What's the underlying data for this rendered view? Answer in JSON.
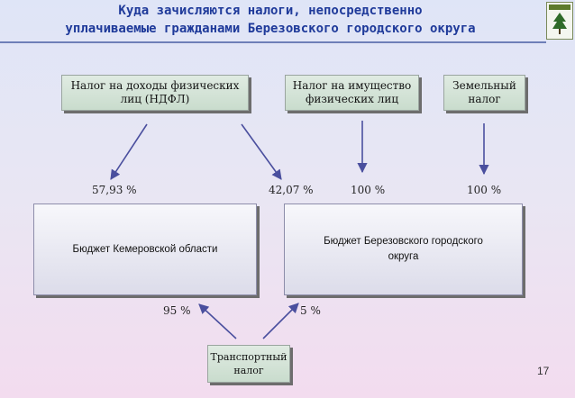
{
  "title": {
    "line1": "Куда зачисляются налоги, непосредственно",
    "line2": "уплачиваемые гражданами Березовского городского округа"
  },
  "taxes": {
    "ndfl": "Налог на доходы физических лиц (НДФЛ)",
    "property": "Налог на имущество физических лиц",
    "land": "Земельный налог",
    "transport": "Транспортный налог"
  },
  "budgets": {
    "kemerovo": "Бюджет Кемеровской области",
    "berezovsky": "Бюджет Березовского городского округа"
  },
  "percentages": {
    "ndfl_region": "57,93 %",
    "ndfl_local": "42,07 %",
    "property_local": "100 %",
    "land_local": "100 %",
    "transport_region": "95 %",
    "transport_local": "5 %"
  },
  "page_number": "17",
  "colors": {
    "title": "#1f3a9a",
    "arrow": "#4a4f9e"
  },
  "icons": {
    "emblem": "berezovsky-coat-of-arms-icon"
  }
}
